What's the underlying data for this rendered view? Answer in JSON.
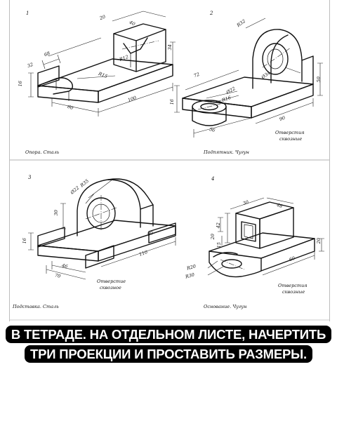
{
  "figures": [
    {
      "index": "1",
      "caption": "Опора. Сталь",
      "dims": [
        "20",
        "40",
        "34",
        "R12",
        "68",
        "32",
        "16",
        "R15",
        "60",
        "100"
      ],
      "note_lines": []
    },
    {
      "index": "2",
      "caption": "Подпятник. Чугун",
      "dims": [
        "R32",
        "Ø34",
        "72",
        "Ø22",
        "R16",
        "16",
        "50",
        "56",
        "90"
      ],
      "note_lines": [
        "Отверстия",
        "сквозные"
      ]
    },
    {
      "index": "3",
      "caption": "Подставка. Сталь",
      "dims": [
        "R35",
        "Ø22",
        "30",
        "16",
        "46",
        "70",
        "80",
        "110"
      ],
      "note_lines": [
        "Отверстие",
        "сквозное"
      ]
    },
    {
      "index": "4",
      "caption": "Основание. Чугун",
      "dims": [
        "30",
        "48",
        "42",
        "20",
        "15",
        "R20",
        "R30",
        "60",
        "20"
      ],
      "note_lines": [
        "Отверстия",
        "сквозные"
      ]
    }
  ],
  "instruction": "В ТЕТРАДЕ. НА ОТДЕЛЬНОМ ЛИСТЕ, НАЧЕРТИТЬ ТРИ ПРОЕКЦИИ И ПРОСТАВИТЬ РАЗМЕРЫ."
}
